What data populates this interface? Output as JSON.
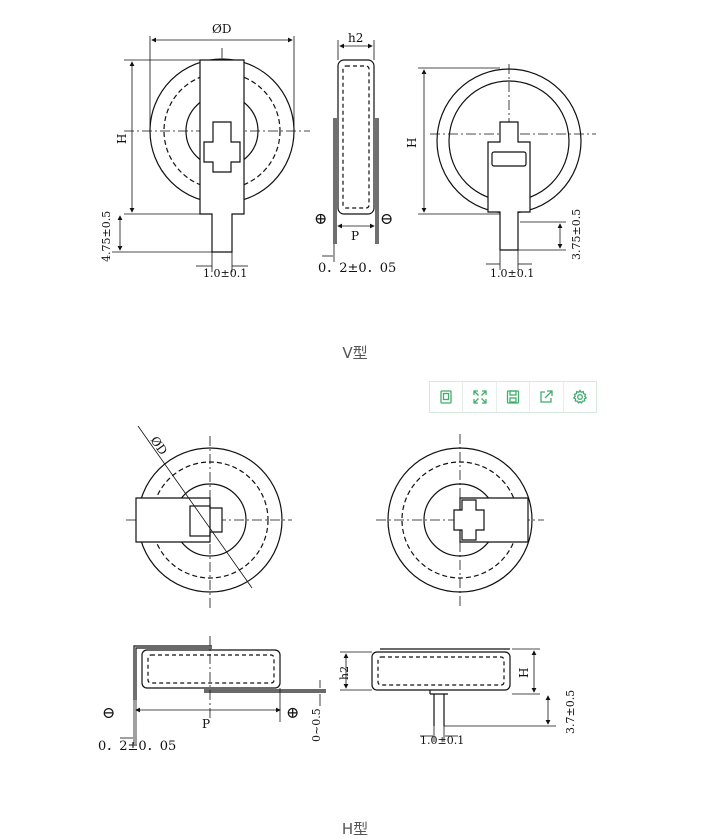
{
  "sections": {
    "v_caption": "V型",
    "h_caption": "H型"
  },
  "v_type": {
    "front": {
      "diameter_label": "ØD",
      "height_label": "H",
      "pin_length_label": "4.75±0.5",
      "pin_width_label": "1.0±0.1"
    },
    "side": {
      "thickness_label": "h2",
      "positive_symbol": "⊕",
      "negative_symbol": "⊖",
      "pitch_label": "P",
      "tab_thickness_label": "0．2±0．05"
    },
    "back": {
      "height_label": "H",
      "pin_length_label": "3.75±0.5",
      "pin_width_label": "1.0±0.1"
    }
  },
  "h_type": {
    "top_left": {
      "diameter_label": "ØD"
    },
    "side_left": {
      "negative_symbol": "⊖",
      "positive_symbol": "⊕",
      "pitch_label": "P",
      "offset_label": "0~0.5",
      "tab_thickness_label": "0．2±0．05"
    },
    "side_right": {
      "thickness_label": "h2",
      "height_label": "H",
      "pin_length_label": "3.7±0.5",
      "pin_width_label": "1.0±0.1"
    }
  },
  "toolbar": {
    "buttons": [
      "copy-icon",
      "fullscreen-icon",
      "save-icon",
      "share-icon",
      "settings-icon"
    ],
    "accent": "#3fae6b"
  },
  "colors": {
    "line": "#111111",
    "caption": "#555555"
  }
}
